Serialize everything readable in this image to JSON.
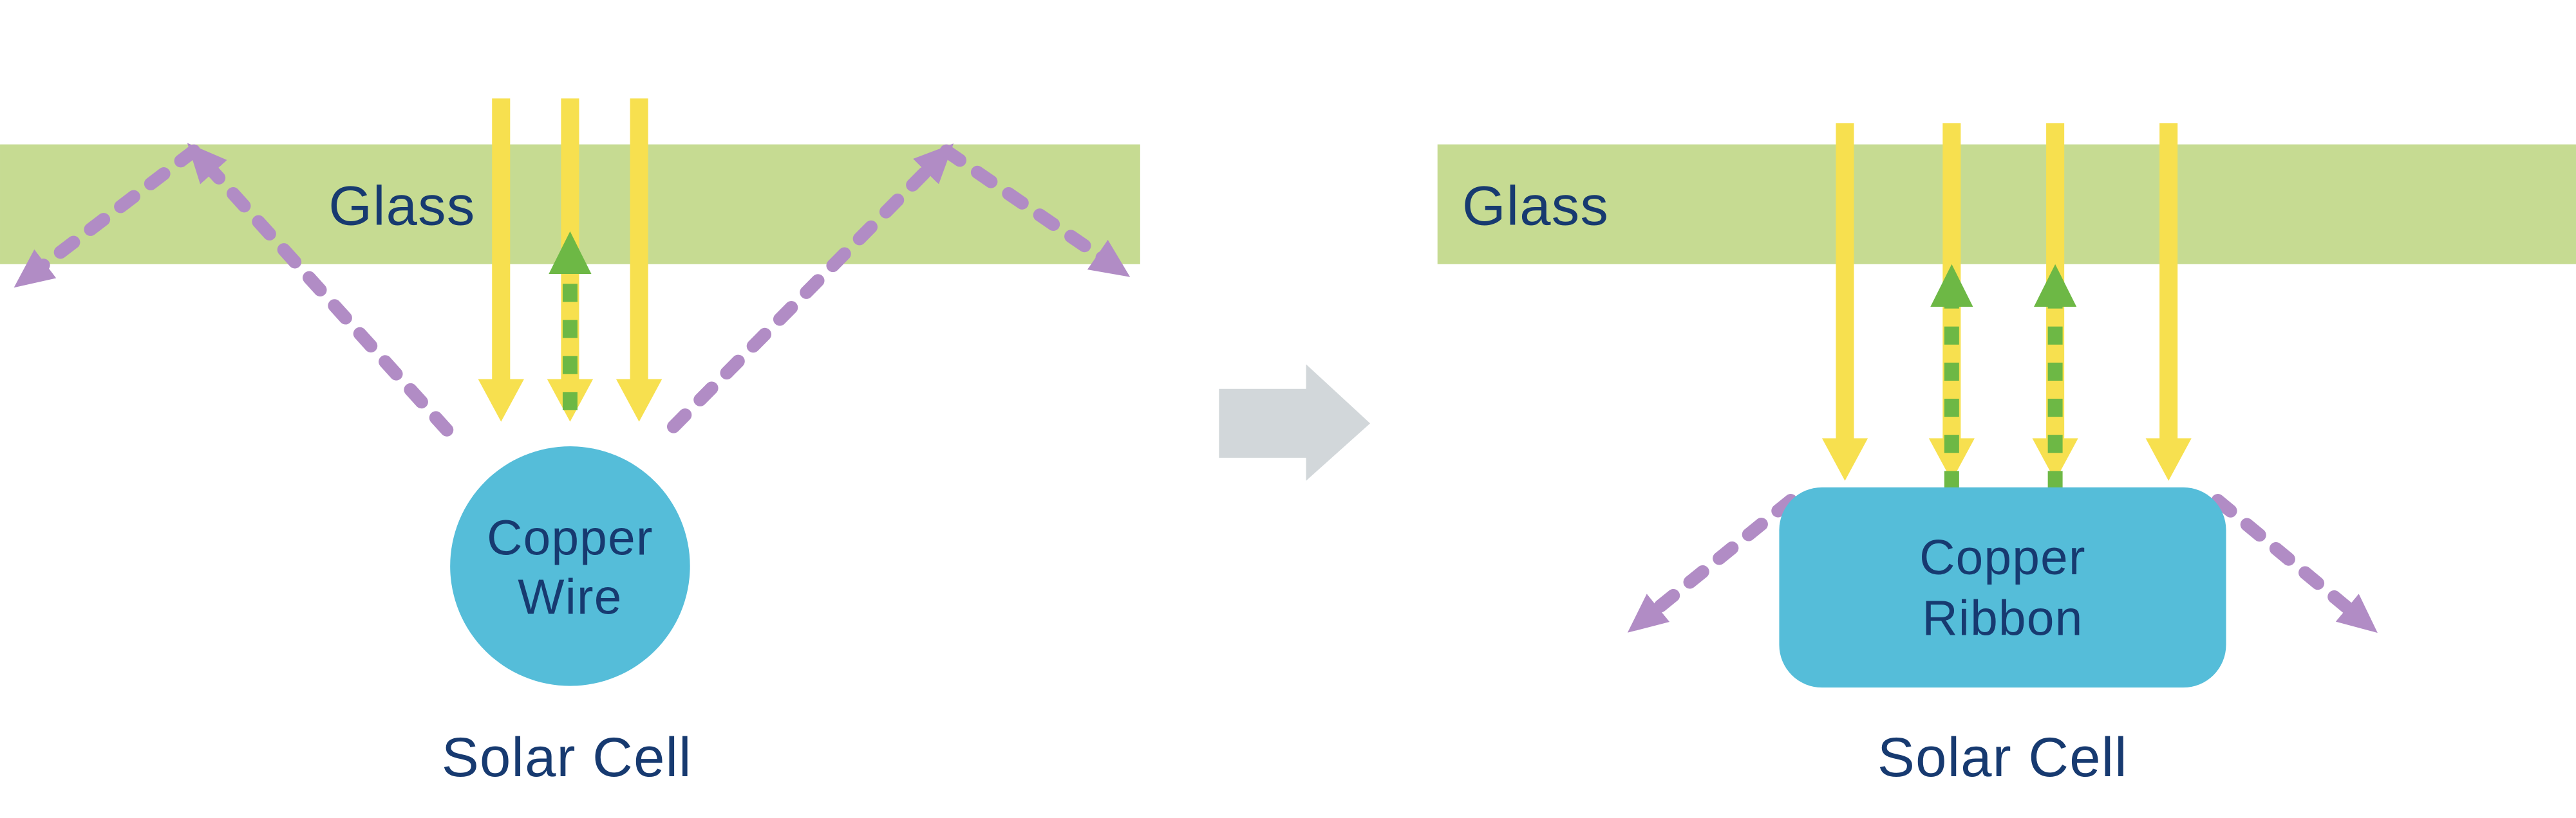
{
  "colors": {
    "glass_green": "#c6db92",
    "sunlight_yellow": "#f7e04f",
    "reflected_green": "#6db845",
    "scattered_purple": "#b18cc5",
    "copper_blue": "#55bdd9",
    "label_navy": "#173a70",
    "transition_gray": "#d2d7da"
  },
  "left_panel": {
    "glass_label": "Glass",
    "component": {
      "line1": "Copper",
      "line2": "Wire"
    },
    "solar_cell_label": "Solar Cell"
  },
  "right_panel": {
    "glass_label": "Glass",
    "component": {
      "line1": "Copper",
      "line2": "Ribbon"
    },
    "solar_cell_label": "Solar Cell"
  }
}
